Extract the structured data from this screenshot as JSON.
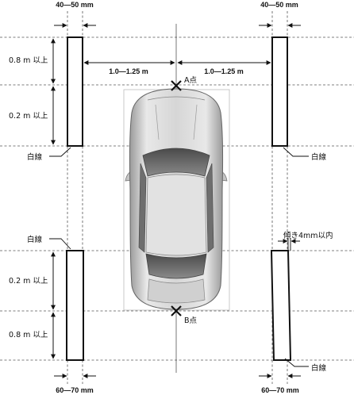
{
  "dims": {
    "top_left_width": "40—50 mm",
    "top_right_width": "40—50 mm",
    "bottom_left_width": "60—70 mm",
    "bottom_right_width": "60—70 mm",
    "left_span": "1.0—1.25 m",
    "right_span": "1.0—1.25 m",
    "front_far": "0.8 m 以上",
    "front_near": "0.2 m 以上",
    "rear_near": "0.2 m 以上",
    "rear_far": "0.8 m 以上"
  },
  "labels": {
    "white_line_top_left": "白線",
    "white_line_top_right": "白線",
    "white_line_bottom_left": "白線",
    "white_line_bottom_right": "白線",
    "point_a": "A点",
    "point_b": "B点",
    "tilt_note": "傾き4mm以内"
  }
}
